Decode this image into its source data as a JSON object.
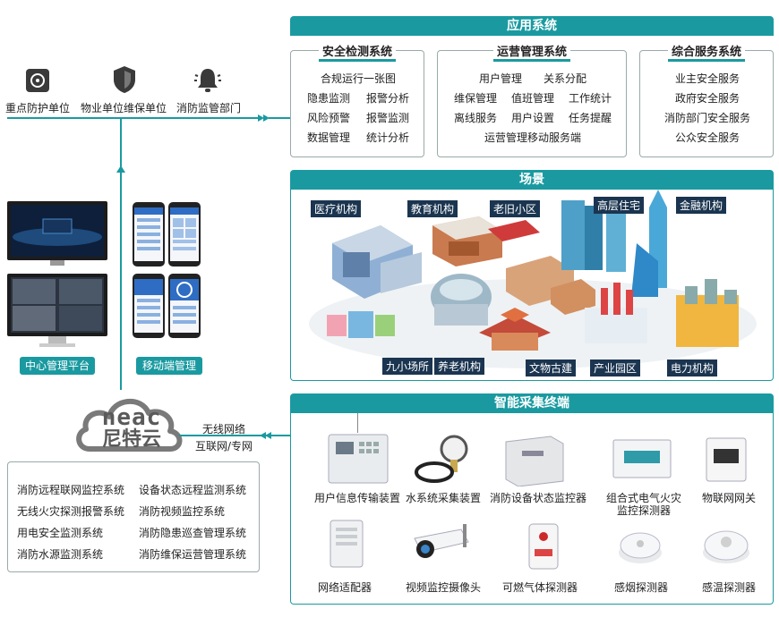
{
  "top_units": [
    {
      "label": "重点防护单位",
      "icon": "safe-icon"
    },
    {
      "label": "物业单位维保单位",
      "icon": "shield-icon"
    },
    {
      "label": "消防监管部门",
      "icon": "alarm-bell-icon"
    }
  ],
  "platforms": {
    "center": "中心管理平台",
    "mobile": "移动端管理"
  },
  "cloud": {
    "logo_top": "neac",
    "logo_bottom": "尼特云",
    "net1": "无线网络",
    "net2": "互联网/专网"
  },
  "cloud_systems": [
    "消防远程联网监控系统",
    "设备状态远程监测系统",
    "无线火灾探测报警系统",
    "消防视频监控系统",
    "用电安全监测系统",
    "消防隐患巡查管理系统",
    "消防水源监测系统",
    "消防维保运营管理系统"
  ],
  "app_systems": {
    "title": "应用系统",
    "safety": {
      "title": "安全检测系统",
      "items": [
        "合规运行一张图",
        "隐患监测",
        "报警分析",
        "风险预警",
        "报警监测",
        "数据管理",
        "统计分析"
      ]
    },
    "ops": {
      "title": "运营管理系统",
      "items": [
        "用户管理",
        "关系分配",
        "维保管理",
        "值班管理",
        "工作统计",
        "离线服务",
        "用户设置",
        "任务提醒",
        "运营管理移动服务端"
      ]
    },
    "service": {
      "title": "综合服务系统",
      "items": [
        "业主安全服务",
        "政府安全服务",
        "消防部门安全服务",
        "公众安全服务"
      ]
    }
  },
  "scenes": {
    "title": "场景",
    "labels": [
      "医疗机构",
      "教育机构",
      "老旧小区",
      "高层住宅",
      "金融机构",
      "九小场所",
      "养老机构",
      "文物古建",
      "产业园区",
      "电力机构"
    ]
  },
  "terminals": {
    "title": "智能采集终端",
    "devices": [
      "用户信息传输装置",
      "水系统采集装置",
      "消防设备状态监控器",
      "组合式电气火灾\n监控探测器",
      "物联网网关",
      "网络适配器",
      "视频监控摄像头",
      "可燃气体探测器",
      "感烟探测器",
      "感温探测器"
    ]
  },
  "colors": {
    "accent": "#1a9aa0",
    "dark_tag": "#1b3550"
  }
}
